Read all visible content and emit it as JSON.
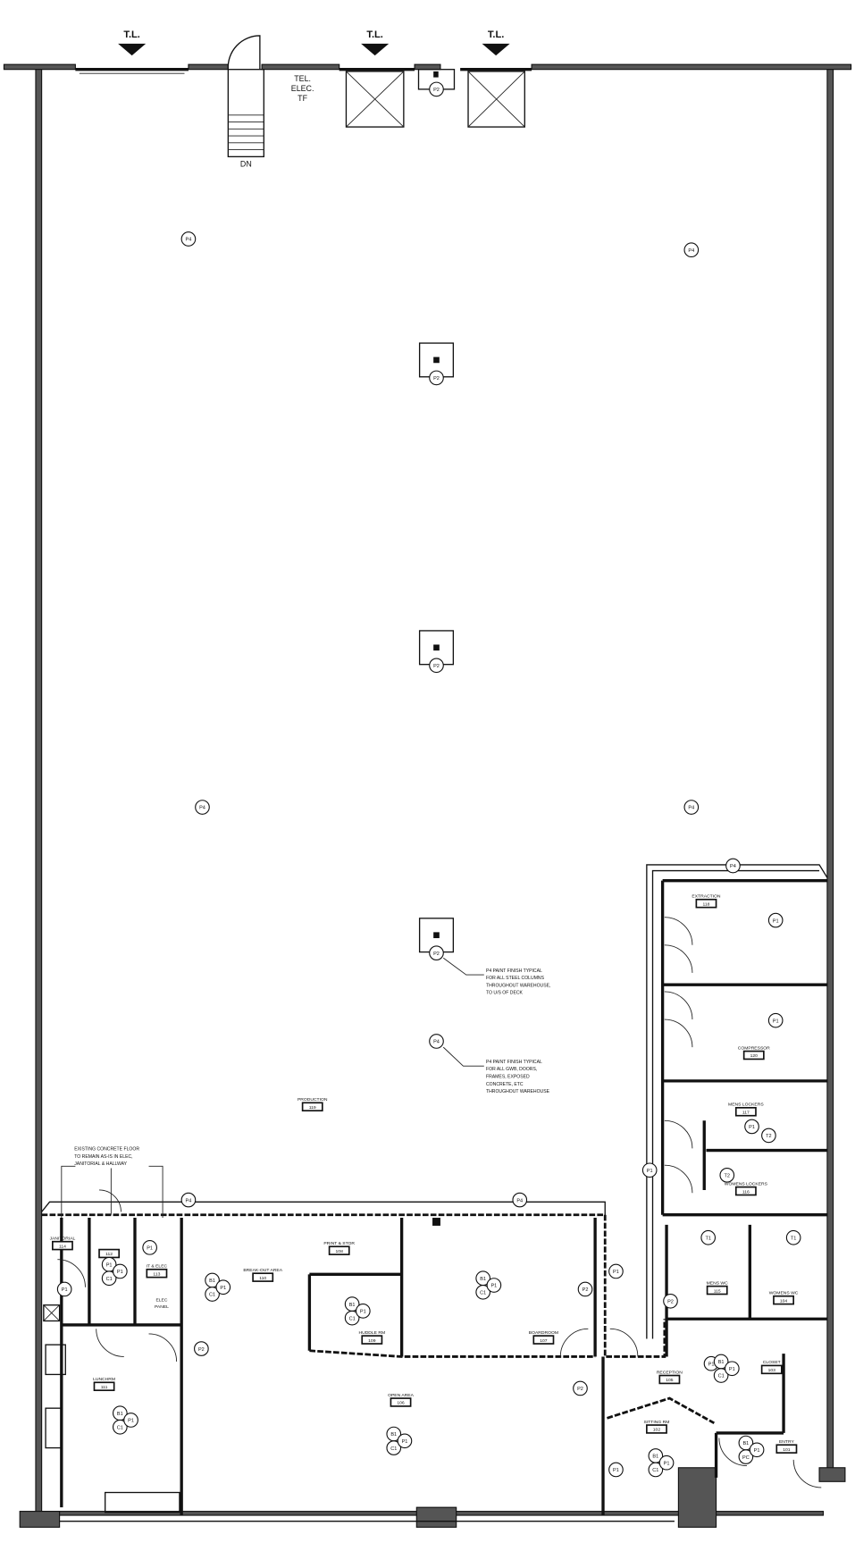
{
  "drawing": {
    "tl_label": "T.L.",
    "stair_label": "DN",
    "service_label": [
      "TEL.",
      "ELEC.",
      "TF"
    ],
    "elec_panel": [
      "ELEC",
      "PANEL"
    ]
  },
  "notes": [
    [
      "P4 PAINT FINISH TYPICAL",
      "FOR ALL STEEL COLUMNS",
      "THROUGHOUT WAREHOUSE,",
      "TO U/S OF DECK"
    ],
    [
      "P4 PAINT FINISH TYPICAL",
      "FOR ALL GWB, DOORS,",
      "FRAMES, EXPOSED",
      "CONCRETE, ETC",
      "THROUGHOUT WAREHOUSE"
    ],
    [
      "EXISTING CONCRETE FLOOR",
      "TO REMAIN AS-IS IN ELEC,",
      "JANITORIAL & HALLWAY"
    ]
  ],
  "rooms": [
    {
      "name": "EXTRACTION",
      "number": "118"
    },
    {
      "name": "COMPRESSOR",
      "number": "120"
    },
    {
      "name": "MENS LOCKERS",
      "number": "117"
    },
    {
      "name": "WOMENS LOCKERS",
      "number": "116"
    },
    {
      "name": "PRODUCTION",
      "number": "119"
    },
    {
      "name": "JANITORIAL",
      "number": "114"
    },
    {
      "name": "",
      "number": "112"
    },
    {
      "name": "IT & ELEC",
      "number": "113"
    },
    {
      "name": "BREAK-OUT AREA",
      "number": "110"
    },
    {
      "name": "PRINT & STOR",
      "number": "108"
    },
    {
      "name": "HUDDLE RM",
      "number": "109"
    },
    {
      "name": "BOARDROOM",
      "number": "107"
    },
    {
      "name": "LUNCHRM",
      "number": "111"
    },
    {
      "name": "OPEN AREA",
      "number": "106"
    },
    {
      "name": "RECEPTION",
      "number": "105"
    },
    {
      "name": "MENS WC",
      "number": "115"
    },
    {
      "name": "WOMENS WC",
      "number": "104"
    },
    {
      "name": "CLOSET",
      "number": "103"
    },
    {
      "name": "SITTING RM",
      "number": "102"
    },
    {
      "name": "ENTRY",
      "number": "101"
    }
  ],
  "finish_tags": [
    "P4",
    "P4",
    "P4",
    "P4",
    "P4",
    "P2",
    "P2",
    "P2",
    "P2",
    "P4",
    "P4",
    "P4",
    "P1",
    "P1",
    "P1",
    "P1",
    "P1",
    "P1",
    "P1",
    "P2",
    "P2",
    "P1",
    "T2",
    "T2",
    "T1",
    "T1",
    "P2",
    "P2",
    "P1"
  ],
  "finish_clusters": [
    [
      "B1",
      "C1",
      "P1"
    ],
    [
      "P1",
      "C1",
      "P1"
    ],
    [
      "B1",
      "C1",
      "P1"
    ],
    [
      "B1",
      "C1",
      "P1"
    ],
    [
      "B1",
      "C1",
      "P1"
    ],
    [
      "B1",
      "C1",
      "P1"
    ],
    [
      "B1",
      "C1",
      "P1"
    ],
    [
      "B1",
      "C1",
      "P1"
    ],
    [
      "B1",
      "PC",
      "P1"
    ]
  ]
}
